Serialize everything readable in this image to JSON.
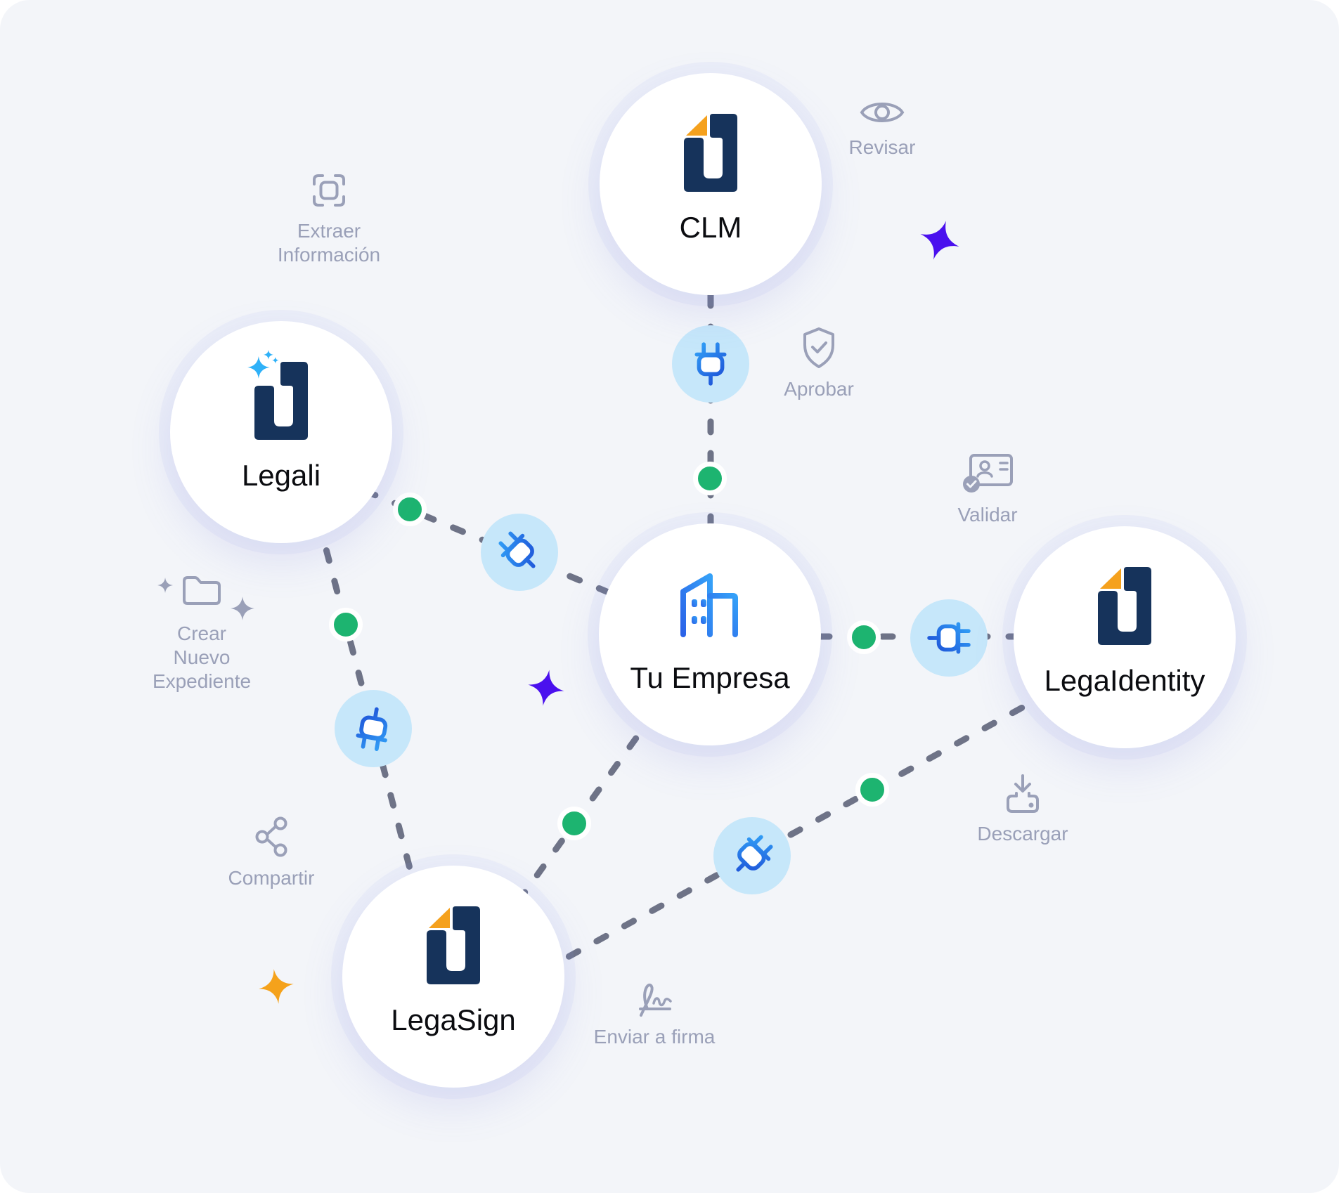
{
  "nodes": [
    {
      "id": "clm",
      "label": "CLM",
      "logo": "document-fold-logo"
    },
    {
      "id": "legali",
      "label": "Legali",
      "logo": "document-sparkle-logo"
    },
    {
      "id": "tu-empresa",
      "label": "Tu Empresa",
      "logo": "building-icon"
    },
    {
      "id": "legaidentity",
      "label": "LegaIdentity",
      "logo": "document-fold-logo"
    },
    {
      "id": "legasign",
      "label": "LegaSign",
      "logo": "document-fold-logo"
    }
  ],
  "actions": [
    {
      "id": "extraer-informacion",
      "label": "Extraer Información",
      "icon": "scan-frame-icon"
    },
    {
      "id": "revisar",
      "label": "Revisar",
      "icon": "eye-icon"
    },
    {
      "id": "aprobar",
      "label": "Aprobar",
      "icon": "shield-check-icon"
    },
    {
      "id": "validar",
      "label": "Validar",
      "icon": "id-card-check-icon"
    },
    {
      "id": "descargar",
      "label": "Descargar",
      "icon": "download-tray-icon"
    },
    {
      "id": "enviar-a-firma",
      "label": "Enviar a firma",
      "icon": "signature-icon"
    },
    {
      "id": "compartir",
      "label": "Compartir",
      "icon": "share-icon"
    },
    {
      "id": "crear-nuevo-expediente",
      "label": "Crear Nuevo Expediente",
      "icon": "folder-icon"
    }
  ],
  "connections": [
    {
      "from": "CLM",
      "to": "Tu Empresa",
      "connector": "plug",
      "checkpoint": "green-dot"
    },
    {
      "from": "Legali",
      "to": "Tu Empresa",
      "connector": "plug",
      "checkpoint": "green-dot"
    },
    {
      "from": "Legali",
      "to": "LegaSign",
      "connector": "plug",
      "checkpoint": "green-dot"
    },
    {
      "from": "Tu Empresa",
      "to": "LegaSign",
      "connector": "none",
      "checkpoint": "green-dot"
    },
    {
      "from": "Tu Empresa",
      "to": "LegaIdentity",
      "connector": "plug",
      "checkpoint": "green-dot"
    },
    {
      "from": "LegaSign",
      "to": "LegaIdentity",
      "connector": "plug",
      "checkpoint": "green-dot"
    }
  ],
  "sparkles": [
    {
      "id": "sparkle-purple-top",
      "color": "#4a10ee"
    },
    {
      "id": "sparkle-purple-center",
      "color": "#4a10ee"
    },
    {
      "id": "sparkle-orange-bottom",
      "color": "#f5a21b"
    },
    {
      "id": "sparkle-gray-folder-small",
      "color": "#9aa0b8"
    },
    {
      "id": "sparkle-gray-folder-large",
      "color": "#9aa0b8"
    }
  ],
  "colors": {
    "background": "#f3f5f9",
    "node_bg": "#ffffff",
    "navy_logo": "#16335b",
    "orange_fold": "#f5a11d",
    "building_gradient_start": "#2b63e8",
    "building_gradient_end": "#35a1f8",
    "plug_badge_bg": "#c6e7fa",
    "green_dot": "#1db470",
    "dashed_line": "#6e7387",
    "muted_icon_text": "#9aa0b8",
    "sparkle_blue": "#2fb1f8",
    "node_label": "#0b0c10"
  }
}
